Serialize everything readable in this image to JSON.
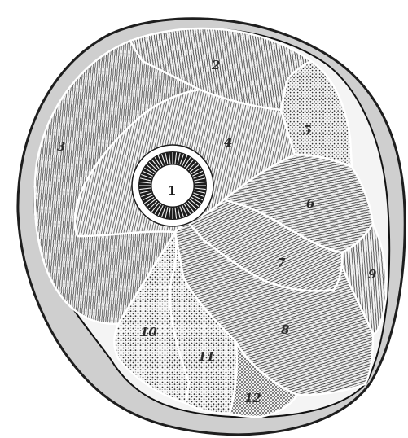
{
  "figure": {
    "labels": {
      "bone": "1",
      "r2": "2",
      "r3": "3",
      "r4": "4",
      "r5": "5",
      "r6": "6",
      "r7": "7",
      "r8": "8",
      "r9": "9",
      "r10": "10",
      "r11": "11",
      "r12": "12"
    }
  }
}
